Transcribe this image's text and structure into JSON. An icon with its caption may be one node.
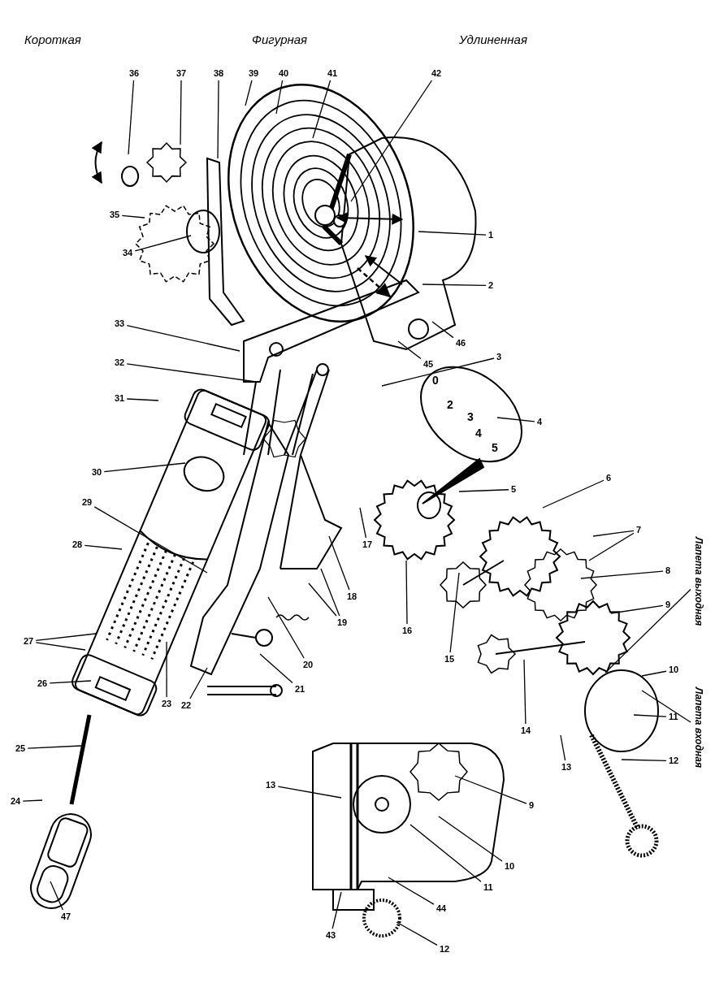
{
  "diagram": {
    "nodes": [
      {
        "text": [
          "36"
        ]
      },
      {
        "text": [
          "37"
        ]
      },
      {
        "text": [
          "38"
        ]
      },
      {
        "text": [
          "39"
        ]
      },
      {
        "text": [
          "40"
        ]
      },
      {
        "text": [
          "41"
        ]
      },
      {
        "text": [
          "42"
        ]
      },
      {
        "text": [
          "35"
        ]
      },
      {
        "text": [
          "34"
        ]
      },
      {
        "text": [
          "33"
        ]
      },
      {
        "text": [
          "32"
        ]
      },
      {
        "text": [
          "3"
        ]
      },
      {
        "text": [
          "31"
        ]
      },
      {
        "text": [
          "30"
        ]
      },
      {
        "text": [
          "29"
        ]
      },
      {
        "text": [
          "28"
        ]
      },
      {
        "text": [
          "27"
        ]
      },
      {
        "text": [
          "26"
        ]
      },
      {
        "text": [
          "25"
        ]
      },
      {
        "text": [
          "24"
        ]
      },
      {
        "text": [
          "47"
        ]
      },
      {
        "text": [
          "23"
        ]
      },
      {
        "text": [
          "22"
        ]
      },
      {
        "text": [
          "21"
        ]
      },
      {
        "text": [
          "20"
        ]
      },
      {
        "text": [
          "19"
        ]
      },
      {
        "text": [
          "18"
        ]
      },
      {
        "text": [
          "17"
        ]
      },
      {
        "text": [
          "16"
        ]
      },
      {
        "text": [
          "15"
        ]
      },
      {
        "text": [
          "14"
        ]
      },
      {
        "text": [
          "13"
        ]
      },
      {
        "text": [
          "12"
        ]
      },
      {
        "text": [
          "11"
        ]
      },
      {
        "text": [
          "10"
        ]
      },
      {
        "text": [
          "9"
        ]
      },
      {
        "text": [
          "8"
        ]
      },
      {
        "text": [
          "7"
        ]
      },
      {
        "text": [
          "6"
        ]
      },
      {
        "text": [
          "5"
        ]
      },
      {
        "text": [
          "4"
        ]
      },
      {
        "text": [
          "1"
        ]
      },
      {
        "text": [
          "2"
        ]
      },
      {
        "text": [
          "45"
        ]
      },
      {
        "text": [
          "46"
        ]
      },
      {
        "text": [
          "13"
        ]
      },
      {
        "text": [
          "9"
        ]
      },
      {
        "text": [
          "10"
        ]
      },
      {
        "text": [
          "11"
        ]
      },
      {
        "text": [
          "44"
        ]
      },
      {
        "text": [
          "12"
        ]
      },
      {
        "text": [
          "43"
        ]
      },
      {
        "text": [
          "Лапета выходная"
        ]
      },
      {
        "text": [
          "Лапета входная"
        ]
      }
    ],
    "edges": [
      {
        "from": 0,
        "to": null,
        "arrow": "none"
      },
      {
        "from": 1,
        "to": null,
        "arrow": "none"
      },
      {
        "from": 2,
        "to": null,
        "arrow": "none"
      },
      {
        "from": 3,
        "to": null,
        "arrow": "none"
      },
      {
        "from": 4,
        "to": null,
        "arrow": "none"
      },
      {
        "from": 5,
        "to": null,
        "arrow": "none"
      },
      {
        "from": 6,
        "to": null,
        "arrow": "none"
      },
      {
        "from": 7,
        "to": null,
        "arrow": "none"
      },
      {
        "from": 8,
        "to": null,
        "arrow": "none"
      },
      {
        "from": 9,
        "to": null,
        "arrow": "none"
      },
      {
        "from": 10,
        "to": null,
        "arrow": "none"
      },
      {
        "from": 11,
        "to": null,
        "arrow": "none"
      },
      {
        "from": 12,
        "to": null,
        "arrow": "none"
      },
      {
        "from": 13,
        "to": null,
        "arrow": "none"
      },
      {
        "from": 14,
        "to": null,
        "arrow": "none"
      },
      {
        "from": 15,
        "to": null,
        "arrow": "none"
      },
      {
        "from": 16,
        "to": null,
        "arrow": "none"
      },
      {
        "from": 16,
        "to": null,
        "arrow": "none"
      },
      {
        "from": 17,
        "to": null,
        "arrow": "none"
      },
      {
        "from": 18,
        "to": null,
        "arrow": "none"
      },
      {
        "from": 19,
        "to": null,
        "arrow": "none"
      },
      {
        "from": 20,
        "to": null,
        "arrow": "none"
      },
      {
        "from": 21,
        "to": null,
        "arrow": "none"
      },
      {
        "from": 22,
        "to": null,
        "arrow": "none"
      },
      {
        "from": 23,
        "to": null,
        "arrow": "none"
      },
      {
        "from": 24,
        "to": null,
        "arrow": "none"
      },
      {
        "from": 25,
        "to": null,
        "arrow": "none"
      },
      {
        "from": 25,
        "to": null,
        "arrow": "none"
      },
      {
        "from": 26,
        "to": null,
        "arrow": "none"
      },
      {
        "from": 27,
        "to": null,
        "arrow": "none"
      },
      {
        "from": 28,
        "to": null,
        "arrow": "none"
      },
      {
        "from": 29,
        "to": null,
        "arrow": "none"
      },
      {
        "from": 30,
        "to": null,
        "arrow": "none"
      },
      {
        "from": 31,
        "to": null,
        "arrow": "none"
      },
      {
        "from": 32,
        "to": null,
        "arrow": "none"
      },
      {
        "from": 33,
        "to": null,
        "arrow": "none"
      },
      {
        "from": 34,
        "to": null,
        "arrow": "none"
      },
      {
        "from": 35,
        "to": null,
        "arrow": "none"
      },
      {
        "from": 36,
        "to": null,
        "arrow": "none"
      },
      {
        "from": 37,
        "to": null,
        "arrow": "none"
      },
      {
        "from": 37,
        "to": null,
        "arrow": "none"
      },
      {
        "from": 38,
        "to": null,
        "arrow": "none"
      },
      {
        "from": 39,
        "to": null,
        "arrow": "none"
      },
      {
        "from": 40,
        "to": null,
        "arrow": "none"
      },
      {
        "from": 41,
        "to": null,
        "arrow": "none"
      },
      {
        "from": 42,
        "to": null,
        "arrow": "none"
      },
      {
        "from": 43,
        "to": null,
        "arrow": "none"
      },
      {
        "from": 44,
        "to": null,
        "arrow": "none"
      },
      {
        "from": 45,
        "to": null,
        "arrow": "none"
      },
      {
        "from": 46,
        "to": null,
        "arrow": "none"
      },
      {
        "from": 47,
        "to": null,
        "arrow": "none"
      },
      {
        "from": 48,
        "to": null,
        "arrow": "none"
      },
      {
        "from": 49,
        "to": null,
        "arrow": "none"
      },
      {
        "from": 50,
        "to": null,
        "arrow": "none"
      },
      {
        "from": 51,
        "to": null,
        "arrow": "none"
      },
      {
        "from": 52,
        "to": null,
        "arrow": "none"
      },
      {
        "from": 53,
        "to": null,
        "arrow": "none"
      }
    ],
    "labels": [
      "Короткая",
      "Фигурная",
      "Удлиненная",
      "0",
      "2",
      "3",
      "4",
      "5"
    ]
  }
}
